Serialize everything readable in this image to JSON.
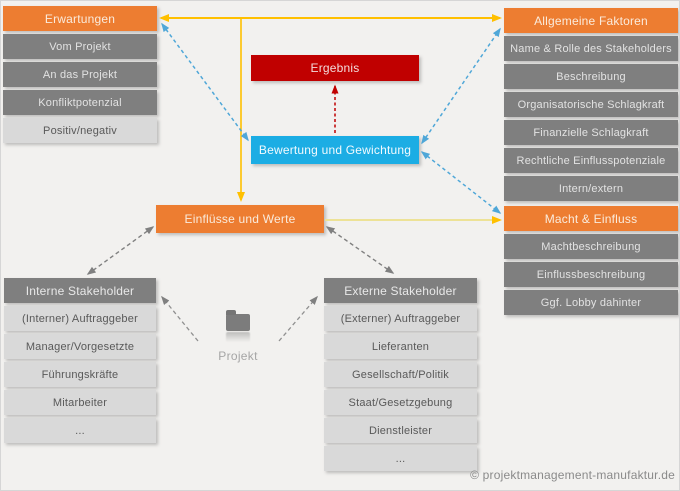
{
  "colors": {
    "orange": "#ED7D31",
    "dark_gray": "#7F7F7F",
    "light_gray": "#D9D9D9",
    "red": "#C00000",
    "cyan": "#1CADE4",
    "yellow": "#FFC000",
    "connector_blue": "#4FA7D8",
    "connector_gray": "#808080"
  },
  "erwartungen": {
    "header": "Erwartungen",
    "items": [
      "Vom Projekt",
      "An das Projekt",
      "Konfliktpotenzial",
      "Positiv/negativ"
    ]
  },
  "allgemeine_faktoren": {
    "header": "Allgemeine Faktoren",
    "items": [
      "Name & Rolle des Stakeholders",
      "Beschreibung",
      "Organisatorische Schlagkraft",
      "Finanzielle Schlagkraft",
      "Rechtliche Einflusspotenziale",
      "Intern/extern"
    ]
  },
  "macht_einfluss": {
    "header": "Macht & Einfluss",
    "items": [
      "Machtbeschreibung",
      "Einflussbeschreibung",
      "Ggf. Lobby dahinter"
    ]
  },
  "interne_stakeholder": {
    "header": "Interne Stakeholder",
    "items": [
      "(Interner) Auftraggeber",
      "Manager/Vorgesetzte",
      "Führungskräfte",
      "Mitarbeiter",
      "..."
    ]
  },
  "externe_stakeholder": {
    "header": "Externe Stakeholder",
    "items": [
      "(Externer) Auftraggeber",
      "Lieferanten",
      "Gesellschaft/Politik",
      "Staat/Gesetzgebung",
      "Dienstleister",
      "..."
    ]
  },
  "center": {
    "ergebnis": "Ergebnis",
    "bewertung": "Bewertung und Gewichtung",
    "einfluesse": "Einflüsse und Werte",
    "projekt": "Projekt"
  },
  "footer": {
    "copyright": "© projektmanagement-manufaktur.de"
  }
}
